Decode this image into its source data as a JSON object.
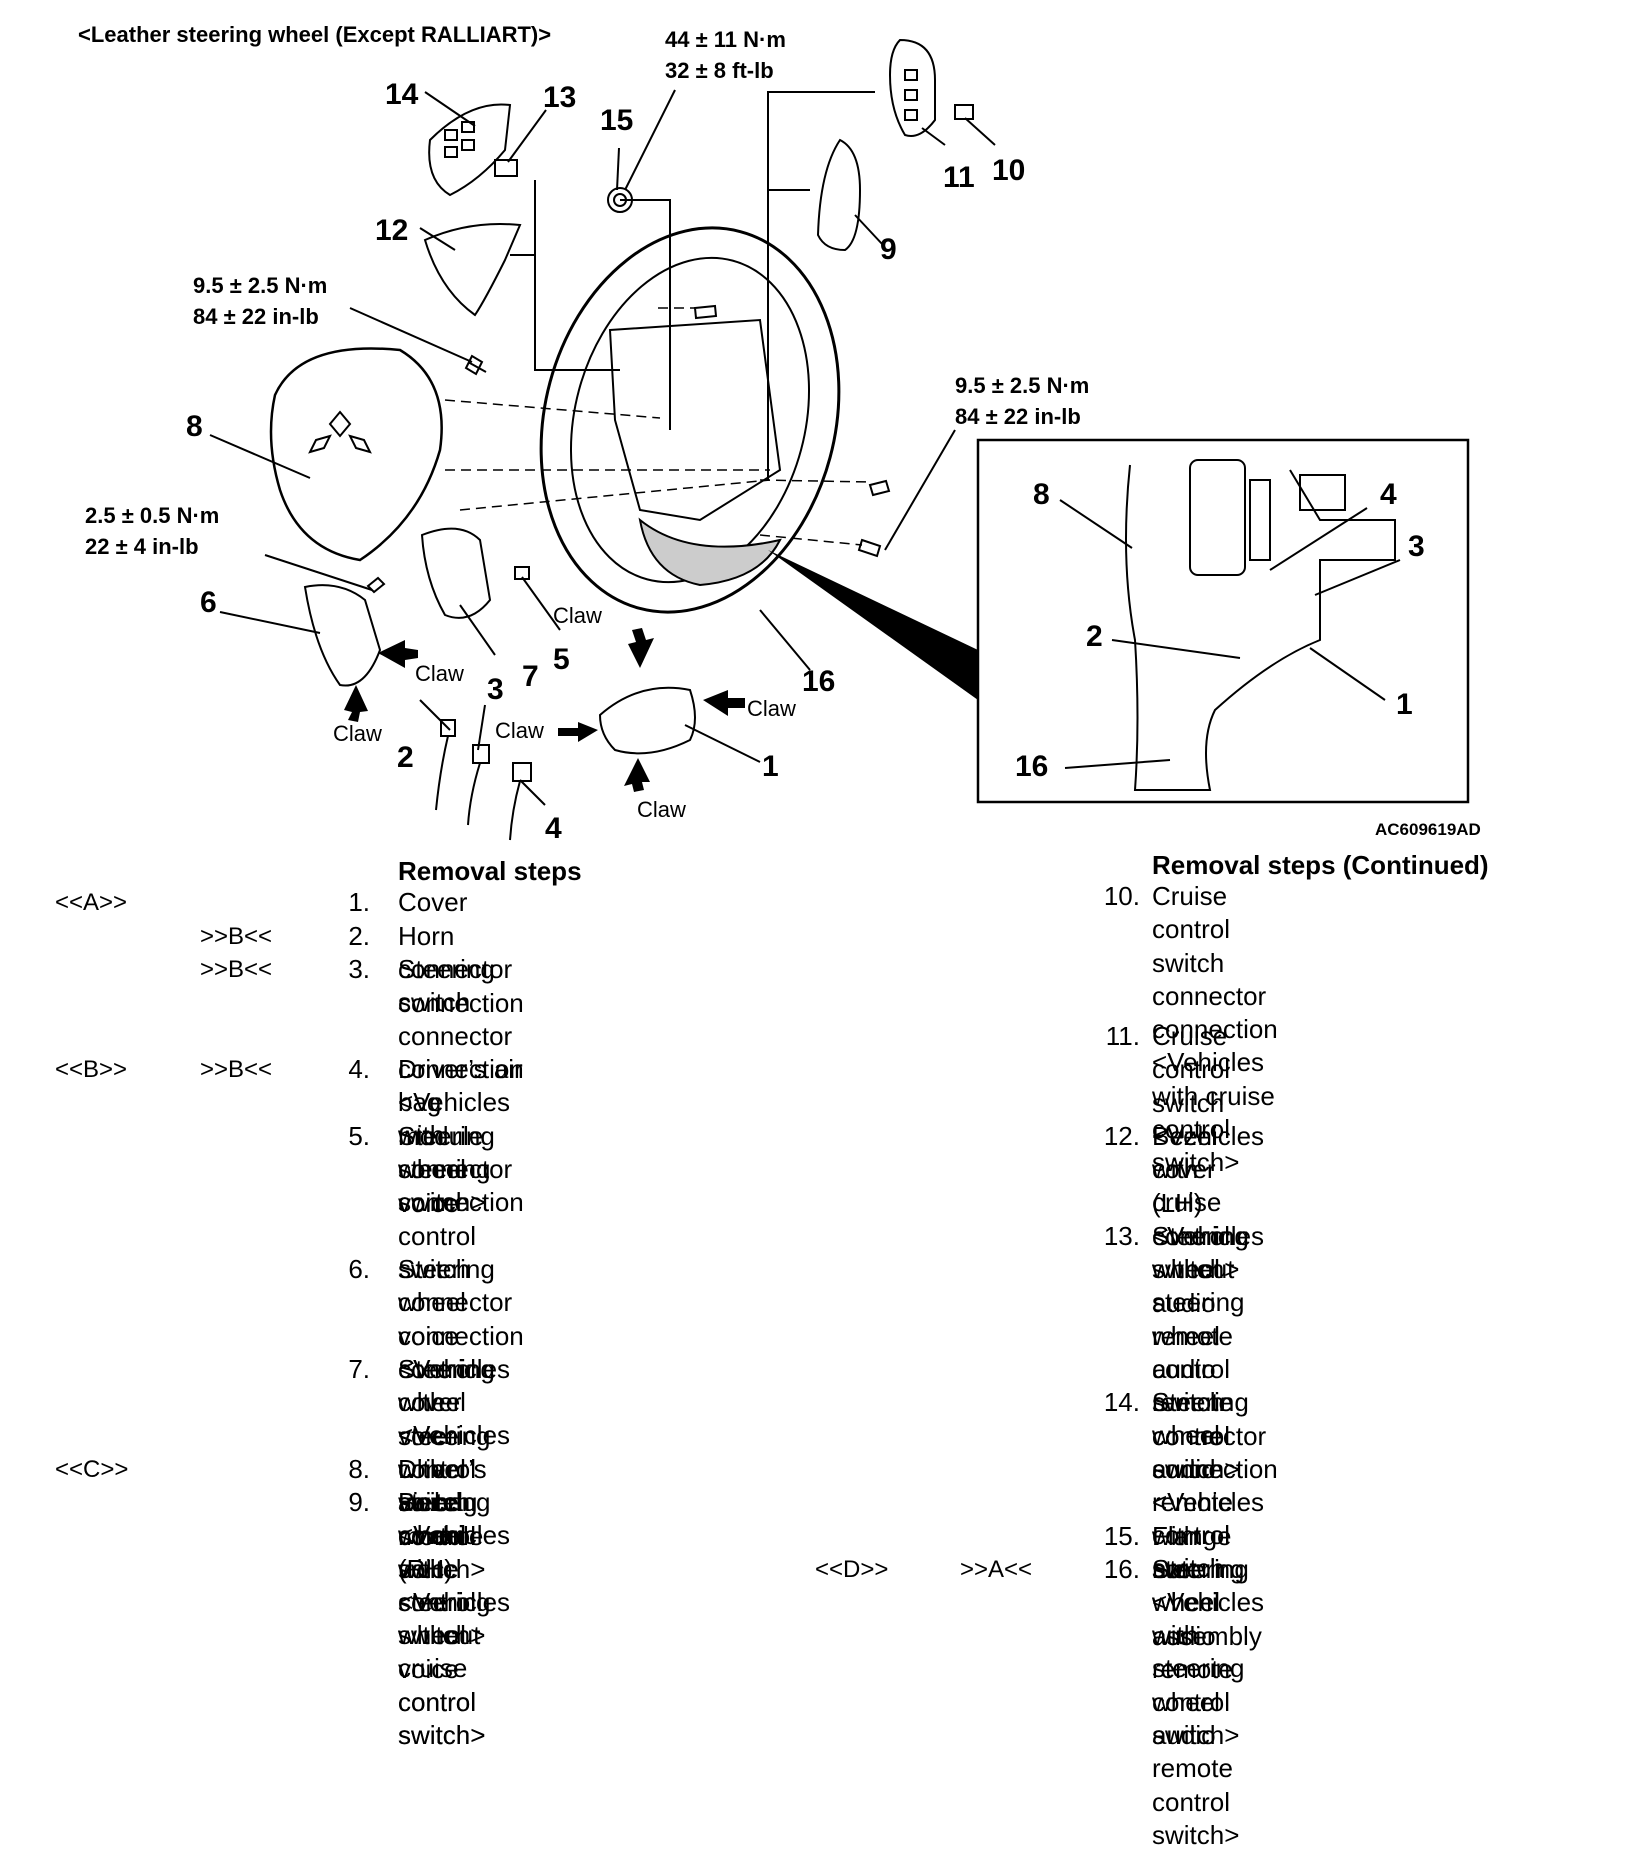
{
  "header": {
    "title": "<Leather steering wheel (Except RALLIART)>",
    "figure_id": "AC609619AD"
  },
  "torque_specs": {
    "flange_nut": "44 ± 11 N·m\n32 ± 8 ft-lb",
    "upper_bolt": "9.5 ± 2.5 N·m\n84 ± 22 in-lb",
    "right_bolt": "9.5 ± 2.5 N·m\n84 ± 22 in-lb",
    "small_screw": "2.5 ± 0.5 N·m\n22 ± 4 in-lb"
  },
  "claw_label": "Claw",
  "callouts": [
    "1",
    "2",
    "3",
    "4",
    "5",
    "6",
    "7",
    "8",
    "9",
    "10",
    "11",
    "12",
    "13",
    "14",
    "15",
    "16"
  ],
  "removal_steps": {
    "title": "Removal steps",
    "title_continued": "Removal steps (Continued)",
    "items": [
      {
        "num": "1.",
        "text": "Cover",
        "left_tag": "<<A>>",
        "right_tag": ""
      },
      {
        "num": "2.",
        "text": "Horn connector connection",
        "left_tag": "",
        "right_tag": ">>B<<"
      },
      {
        "num": "3.",
        "text": "Steering switch connector\nconnection <Vehicles with\nsteering switch>",
        "left_tag": "",
        "right_tag": ">>B<<"
      },
      {
        "num": "4.",
        "text": "Driver’s air bag module\nconnector connection",
        "left_tag": "<<B>>",
        "right_tag": ">>B<<"
      },
      {
        "num": "5.",
        "text": "Steering wheel voice control\nswitch connector connection\n<Vehicles with steering wheel\nvoice control switch>",
        "left_tag": "",
        "right_tag": ""
      },
      {
        "num": "6.",
        "text": "Steering wheel voice control\ncover <Vehicles with steering\nwheel voice control switch>",
        "left_tag": "",
        "right_tag": ""
      },
      {
        "num": "7.",
        "text": "Steering wheel voice control\nswitch <Vehicles with steering\nwheel voice control switch>",
        "left_tag": "",
        "right_tag": ""
      },
      {
        "num": "8.",
        "text": "Driver’s air bag module",
        "left_tag": "<<C>>",
        "right_tag": ""
      },
      {
        "num": "9.",
        "text": "Bezel cover (RH) <Vehicles\nwithout cruise control switch>",
        "left_tag": "",
        "right_tag": ""
      },
      {
        "num": "10.",
        "text": "Cruise control switch\nconnector connection\n<Vehicles with cruise control\nswitch>",
        "left_tag": "",
        "right_tag": ""
      },
      {
        "num": "11.",
        "text": "Cruise control switch\n<Vehicles with cruise control\nswitch>",
        "left_tag": "",
        "right_tag": ""
      },
      {
        "num": "12.",
        "text": "Bezel cover (LH) <Vehicles\nwithout steering wheel audio\nremote control switch>",
        "left_tag": "",
        "right_tag": ""
      },
      {
        "num": "13.",
        "text": "Steering wheel audio remote\ncontrol switch connector\nconnection <Vehicles with\nsteering wheel audio remote\ncontrol switch>",
        "left_tag": "",
        "right_tag": ""
      },
      {
        "num": "14.",
        "text": "Steering wheel audio remote\ncontrol switch <Vehicles with\nsteering wheel audio remote\ncontrol switch>",
        "left_tag": "",
        "right_tag": ""
      },
      {
        "num": "15.",
        "text": "Flange nut",
        "left_tag": "",
        "right_tag": ""
      },
      {
        "num": "16.",
        "text": "Steering wheel assembly",
        "left_tag": "<<D>>",
        "right_tag": ">>A<<"
      }
    ]
  }
}
